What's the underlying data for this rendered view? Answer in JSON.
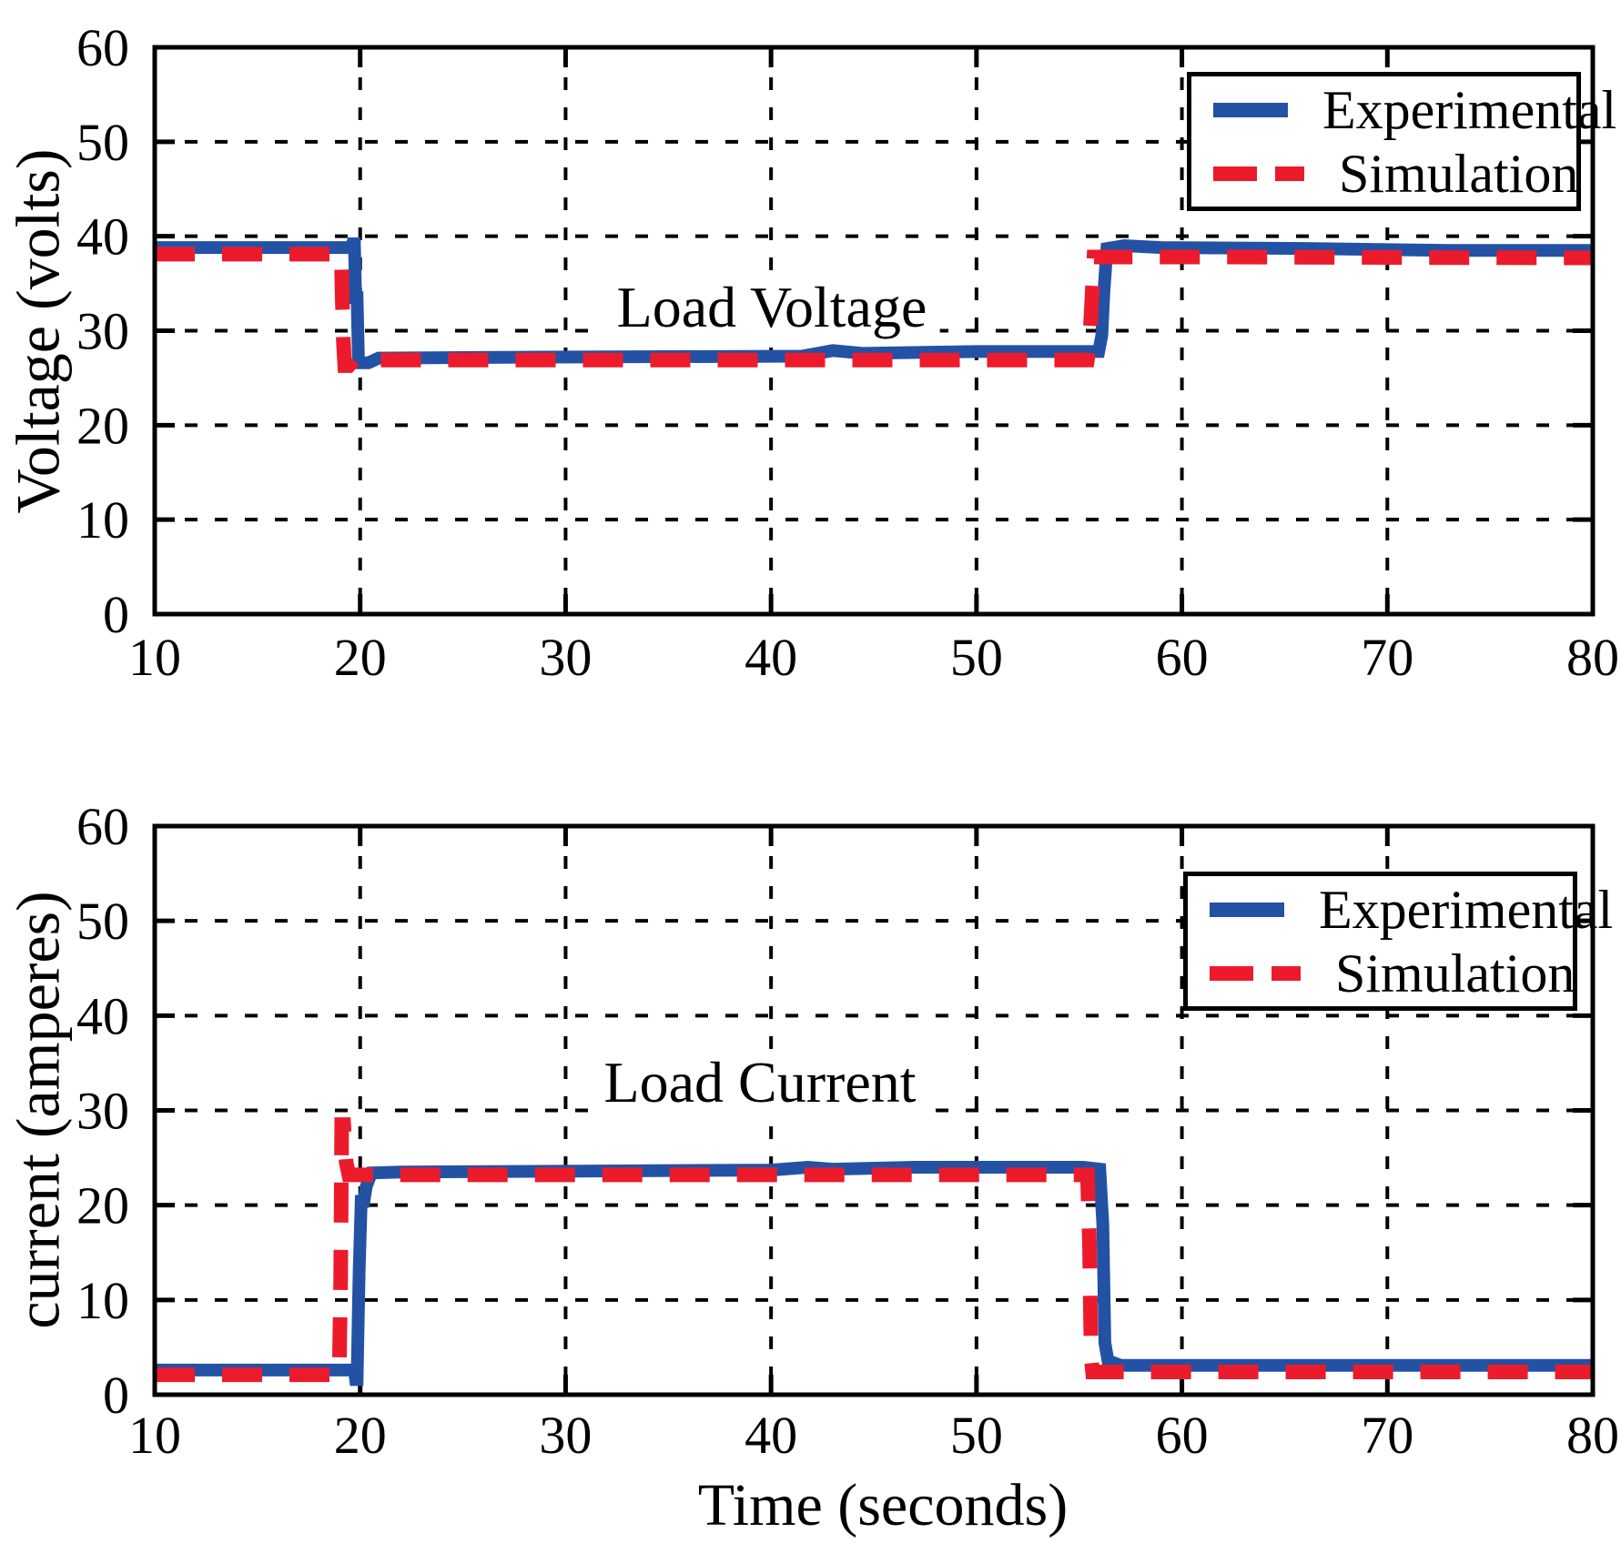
{
  "colors": {
    "experimental": "#2352a4",
    "simulation": "#ec1b2c",
    "axis": "#000000"
  },
  "legend": {
    "items": [
      {
        "label": "Experimental",
        "style": "solid",
        "color": "#2352a4"
      },
      {
        "label": "Simulation",
        "style": "dashed",
        "color": "#ec1b2c"
      }
    ]
  },
  "chart_data": [
    {
      "type": "line",
      "annotation": "Load Voltage",
      "xlabel": "",
      "ylabel": "Voltage (volts)",
      "xlim": [
        10,
        80
      ],
      "ylim": [
        0,
        60
      ],
      "xticks": [
        10,
        20,
        30,
        40,
        50,
        60,
        70,
        80
      ],
      "yticks": [
        0,
        10,
        20,
        30,
        40,
        50,
        60
      ],
      "grid": true,
      "legend_position": "top-right",
      "series": [
        {
          "name": "Experimental",
          "style": "solid",
          "color": "#2352a4",
          "points": [
            [
              10,
              38.8
            ],
            [
              19.55,
              38.8
            ],
            [
              19.62,
              39.2
            ],
            [
              19.72,
              39.2
            ],
            [
              19.78,
              33.5
            ],
            [
              19.85,
              33.5
            ],
            [
              19.92,
              26.6
            ],
            [
              20.4,
              26.6
            ],
            [
              20.9,
              27.1
            ],
            [
              28,
              27.2
            ],
            [
              41.5,
              27.3
            ],
            [
              43,
              27.9
            ],
            [
              44.5,
              27.6
            ],
            [
              50,
              27.8
            ],
            [
              55.95,
              27.8
            ],
            [
              56.1,
              29.5
            ],
            [
              56.2,
              34
            ],
            [
              56.35,
              38.7
            ],
            [
              57.2,
              39.0
            ],
            [
              59,
              38.8
            ],
            [
              66,
              38.7
            ],
            [
              73,
              38.5
            ],
            [
              80,
              38.5
            ]
          ]
        },
        {
          "name": "Simulation",
          "style": "dashed",
          "color": "#ec1b2c",
          "points": [
            [
              10,
              38.1
            ],
            [
              19.08,
              38.1
            ],
            [
              19.12,
              34
            ],
            [
              19.18,
              29
            ],
            [
              19.25,
              26.3
            ],
            [
              19.45,
              26.3
            ],
            [
              19.7,
              26.9
            ],
            [
              40,
              26.9
            ],
            [
              55.4,
              26.9
            ],
            [
              55.5,
              28.5
            ],
            [
              55.62,
              33.5
            ],
            [
              55.72,
              37.8
            ],
            [
              62,
              37.8
            ],
            [
              80,
              37.7
            ]
          ]
        }
      ]
    },
    {
      "type": "line",
      "annotation": "Load Current",
      "xlabel": "Time (seconds)",
      "ylabel": "current (amperes)",
      "xlim": [
        10,
        80
      ],
      "ylim": [
        0,
        60
      ],
      "xticks": [
        10,
        20,
        30,
        40,
        50,
        60,
        70,
        80
      ],
      "yticks": [
        0,
        10,
        20,
        30,
        40,
        50,
        60
      ],
      "grid": true,
      "legend_position": "top-right",
      "series": [
        {
          "name": "Experimental",
          "style": "solid",
          "color": "#2352a4",
          "points": [
            [
              10,
              2.6
            ],
            [
              19.72,
              2.6
            ],
            [
              19.78,
              1.6
            ],
            [
              19.85,
              1.6
            ],
            [
              19.95,
              13
            ],
            [
              20.05,
              20.4
            ],
            [
              20.18,
              20.4
            ],
            [
              20.3,
              22
            ],
            [
              20.55,
              23.4
            ],
            [
              22,
              23.5
            ],
            [
              40,
              23.7
            ],
            [
              41.8,
              24.0
            ],
            [
              43,
              23.8
            ],
            [
              47,
              24.0
            ],
            [
              55.2,
              24.0
            ],
            [
              56.0,
              23.8
            ],
            [
              56.15,
              18
            ],
            [
              56.25,
              5.5
            ],
            [
              56.4,
              3.6
            ],
            [
              57,
              3.1
            ],
            [
              80,
              3.1
            ]
          ]
        },
        {
          "name": "Simulation",
          "style": "dashed",
          "color": "#ec1b2c",
          "points": [
            [
              10,
              2.1
            ],
            [
              18.98,
              2.1
            ],
            [
              19.05,
              12
            ],
            [
              19.1,
              28.5
            ],
            [
              19.2,
              28.5
            ],
            [
              19.32,
              24.5
            ],
            [
              19.45,
              23.2
            ],
            [
              35,
              23.2
            ],
            [
              55.4,
              23.2
            ],
            [
              55.5,
              16
            ],
            [
              55.58,
              4
            ],
            [
              55.65,
              2.4
            ],
            [
              80,
              2.4
            ]
          ]
        }
      ]
    }
  ]
}
